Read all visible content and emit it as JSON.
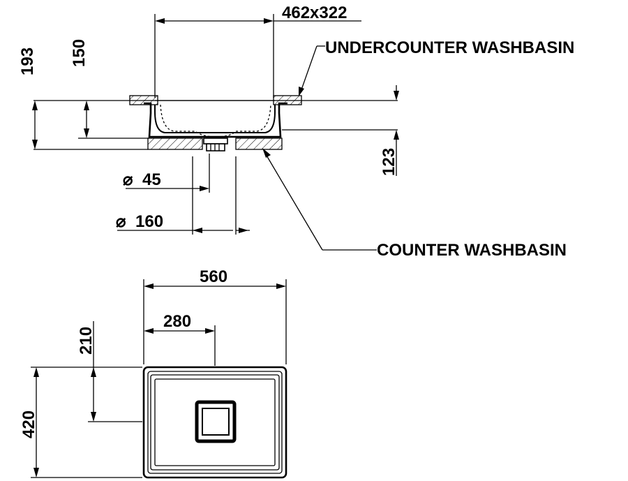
{
  "labels": {
    "top_opening": "462x322",
    "height_total": "193",
    "height_basin": "150",
    "counter_depth": "123",
    "drain_small": "45",
    "drain_large": "160",
    "undercounter": "UNDERCOUNTER WASHBASIN",
    "counter": "COUNTER WASHBASIN",
    "width": "560",
    "half_width": "280",
    "half_depth": "210",
    "depth": "420"
  },
  "symbols": {
    "diameter": "⌀"
  }
}
